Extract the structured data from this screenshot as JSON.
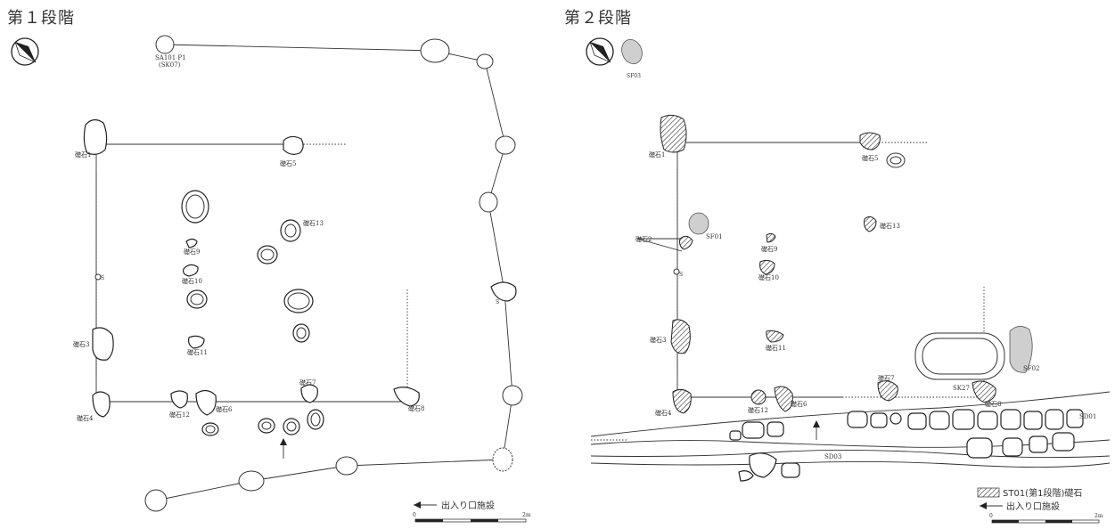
{
  "plans": [
    {
      "title": "第１段階",
      "labels": {
        "sa101": "SA101 P1",
        "sk07": "(SK07)",
        "stone1": "礎石1",
        "stone5": "礎石5",
        "stone13": "礎石13",
        "stone9": "礎石9",
        "stone10": "礎石10",
        "stone3": "礎石3",
        "stone11": "礎石11",
        "stone7": "礎石7",
        "stone12": "礎石12",
        "stone6": "礎石6",
        "stone4": "礎石4",
        "stone8": "礎石8",
        "s1": "S",
        "s2": "S"
      },
      "legend": {
        "entrance": "出入り口施設"
      },
      "scale": {
        "zero": "0",
        "max": "2m"
      }
    },
    {
      "title": "第２段階",
      "labels": {
        "sf03": "SF03",
        "stone1": "礎石1",
        "stone5": "礎石5",
        "stone13": "礎石13",
        "stone2": "礎石2",
        "sf01": "SF01",
        "stone9": "礎石9",
        "stone10": "礎石10",
        "s1": "S",
        "stone3": "礎石3",
        "stone11": "礎石11",
        "sk27": "SK27",
        "sf02": "SF02",
        "stone7": "礎石7",
        "stone8": "礎石8",
        "stone4": "礎石4",
        "stone12": "礎石12",
        "stone6": "礎石6",
        "sd01": "SD01",
        "sd03": "SD03"
      },
      "legend": {
        "st01": "ST01(第1段階)礎石",
        "entrance": "出入り口施設"
      },
      "scale": {
        "zero": "0",
        "max": "2m"
      }
    }
  ]
}
